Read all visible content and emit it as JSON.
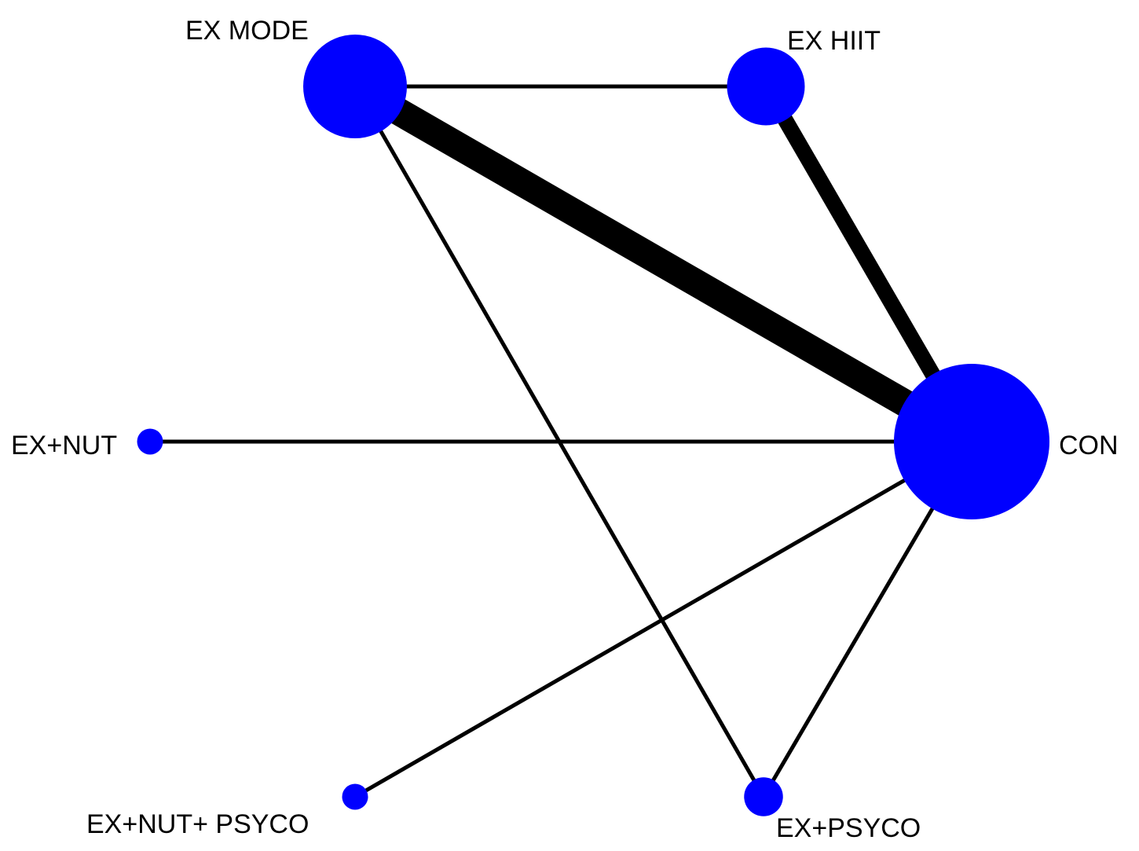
{
  "colors": {
    "node": "#0000ff",
    "edge": "#000000",
    "text": "#000000",
    "background": "#ffffff"
  },
  "nodes": [
    {
      "id": "ex_mode",
      "label": "EX MODE",
      "relative_size": 4
    },
    {
      "id": "ex_hiit",
      "label": "EX HIIT",
      "relative_size": 3
    },
    {
      "id": "con",
      "label": "CON",
      "relative_size": 6
    },
    {
      "id": "ex_nut",
      "label": "EX+NUT",
      "relative_size": 1
    },
    {
      "id": "ex_nut_psyco",
      "label": "EX+NUT+ PSYCO",
      "relative_size": 1
    },
    {
      "id": "ex_psyco",
      "label": "EX+PSYCO",
      "relative_size": 1.5
    }
  ],
  "edges": [
    {
      "from": "ex_mode",
      "to": "ex_hiit",
      "relative_weight": 1
    },
    {
      "from": "ex_mode",
      "to": "con",
      "relative_weight": 7
    },
    {
      "from": "ex_hiit",
      "to": "con",
      "relative_weight": 4
    },
    {
      "from": "ex_mode",
      "to": "ex_psyco",
      "relative_weight": 1
    },
    {
      "from": "ex_nut",
      "to": "con",
      "relative_weight": 1
    },
    {
      "from": "ex_nut_psyco",
      "to": "con",
      "relative_weight": 1
    },
    {
      "from": "ex_psyco",
      "to": "con",
      "relative_weight": 1
    }
  ]
}
